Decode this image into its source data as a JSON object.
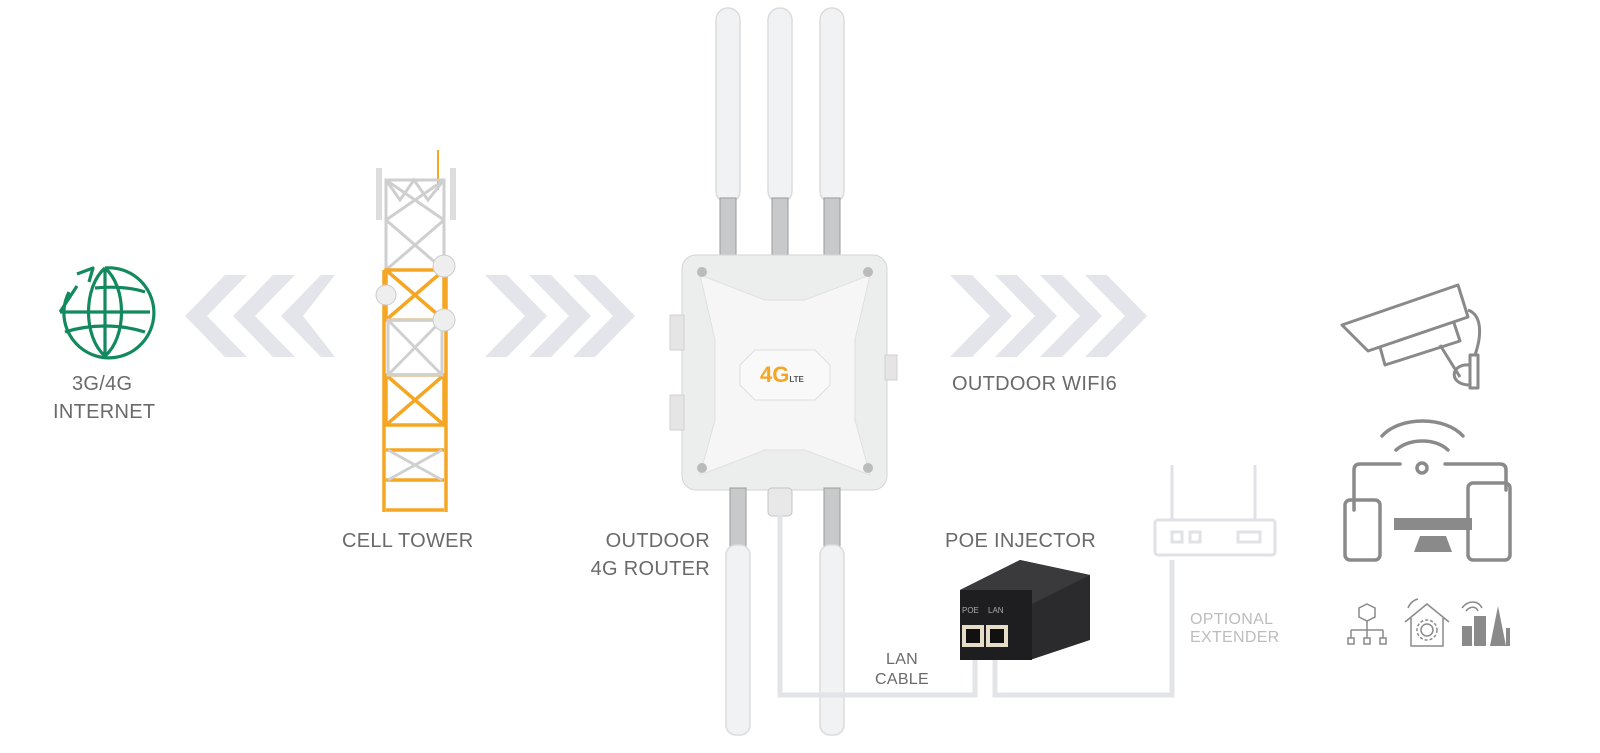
{
  "internet": {
    "line1": "3G/4G",
    "line2": "INTERNET",
    "icon": "globe-icon"
  },
  "tower": {
    "label": "CELL TOWER",
    "icon": "cell-tower-icon"
  },
  "router": {
    "line1": "OUTDOOR",
    "line2": "4G ROUTER",
    "badge_main": "4G",
    "badge_sub": "LTE"
  },
  "wifi": {
    "label": "OUTDOOR WIFI6"
  },
  "poe": {
    "label": "POE INJECTOR",
    "port1": "POE",
    "port2": "LAN"
  },
  "cable": {
    "line1": "LAN",
    "line2": "CABLE"
  },
  "extender": {
    "line1": "OPTIONAL",
    "line2": "EXTENDER"
  },
  "colors": {
    "green": "#138a5e",
    "orange": "#f5a623",
    "chevron": "#e3e5ea",
    "icon_gray": "#8a8a8a",
    "text": "#6a6a6a"
  }
}
